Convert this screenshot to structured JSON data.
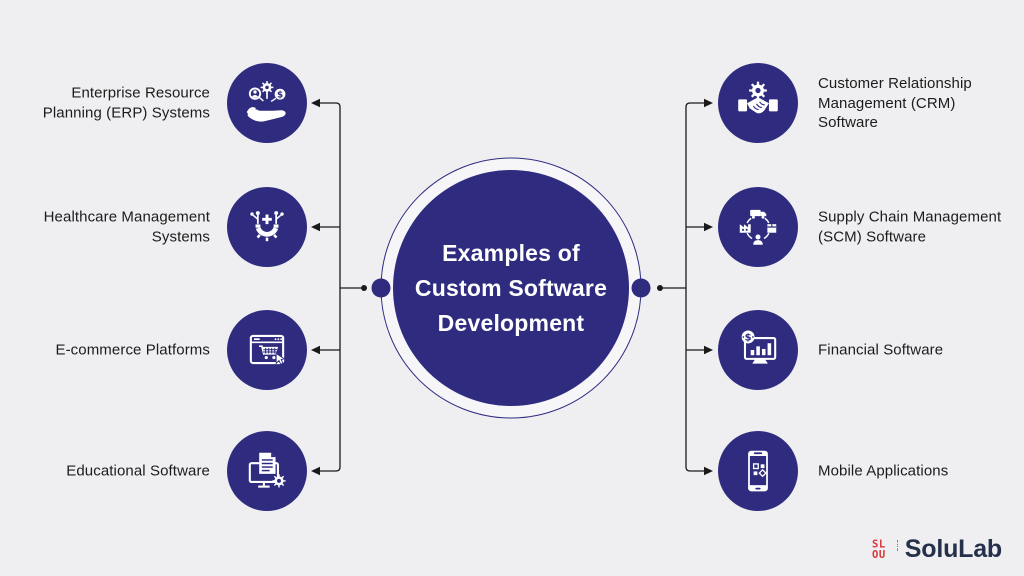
{
  "colors": {
    "background": "#EFEFF1",
    "indigo": "#2F2C80",
    "line": "#1A1A1A",
    "text": "#1C1C1C",
    "logo_red": "#D6373C",
    "logo_navy": "#25314B"
  },
  "center": {
    "title": "Examples of\nCustom Software\nDevelopment"
  },
  "left_items": [
    {
      "label": "Enterprise Resource\nPlanning (ERP) Systems",
      "icon": "erp-hand-gear-dollar-icon"
    },
    {
      "label": "Healthcare Management\nSystems",
      "icon": "healthcare-gear-cross-icon"
    },
    {
      "label": "E-commerce Platforms",
      "icon": "ecommerce-browser-cart-icon"
    },
    {
      "label": "Educational Software",
      "icon": "educational-monitor-document-icon"
    }
  ],
  "right_items": [
    {
      "label": "Customer Relationship\nManagement (CRM)\nSoftware",
      "icon": "crm-handshake-gear-icon"
    },
    {
      "label": "Supply Chain Management\n(SCM) Software",
      "icon": "scm-logistics-cycle-icon"
    },
    {
      "label": "Financial Software",
      "icon": "financial-monitor-chart-icon"
    },
    {
      "label": "Mobile Applications",
      "icon": "mobile-phone-apps-icon"
    }
  ],
  "logo": {
    "text": "SoluLab"
  }
}
